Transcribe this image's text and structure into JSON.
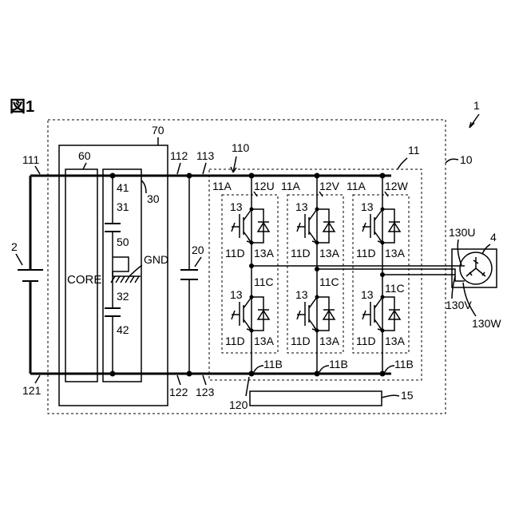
{
  "figure": {
    "title": "図1",
    "labels": {
      "l1": "1",
      "l2": "2",
      "l4": "4",
      "l10": "10",
      "l11": "11",
      "l15": "15",
      "l20": "20",
      "l30": "30",
      "l31": "31",
      "l32": "32",
      "l41": "41",
      "l42": "42",
      "l50": "50",
      "l60": "60",
      "l70": "70",
      "l110": "110",
      "l111": "111",
      "l112": "112",
      "l113": "113",
      "l120": "120",
      "l121": "121",
      "l122": "122",
      "l123": "123",
      "gnd": "GND",
      "core": "CORE",
      "l130u": "130U",
      "l130v": "130V",
      "l130w": "130W"
    },
    "legs": [
      {
        "phase_label": "12U",
        "upper_a": "11A",
        "switch_upper": "13",
        "switch_lower": "13",
        "diode_upper": "11D",
        "diode_lower": "11D",
        "node_upper": "13A",
        "node_lower": "13A",
        "mid": "11C",
        "bottom": "11B"
      },
      {
        "phase_label": "12V",
        "upper_a": "11A",
        "switch_upper": "13",
        "switch_lower": "13",
        "diode_upper": "11D",
        "diode_lower": "11D",
        "node_upper": "13A",
        "node_lower": "13A",
        "mid": "11C",
        "bottom": "11B"
      },
      {
        "phase_label": "12W",
        "upper_a": "11A",
        "switch_upper": "13",
        "switch_lower": "13",
        "diode_upper": "11D",
        "diode_lower": "11D",
        "node_upper": "13A",
        "node_lower": "13A",
        "mid": "11C",
        "bottom": "11B"
      }
    ]
  }
}
